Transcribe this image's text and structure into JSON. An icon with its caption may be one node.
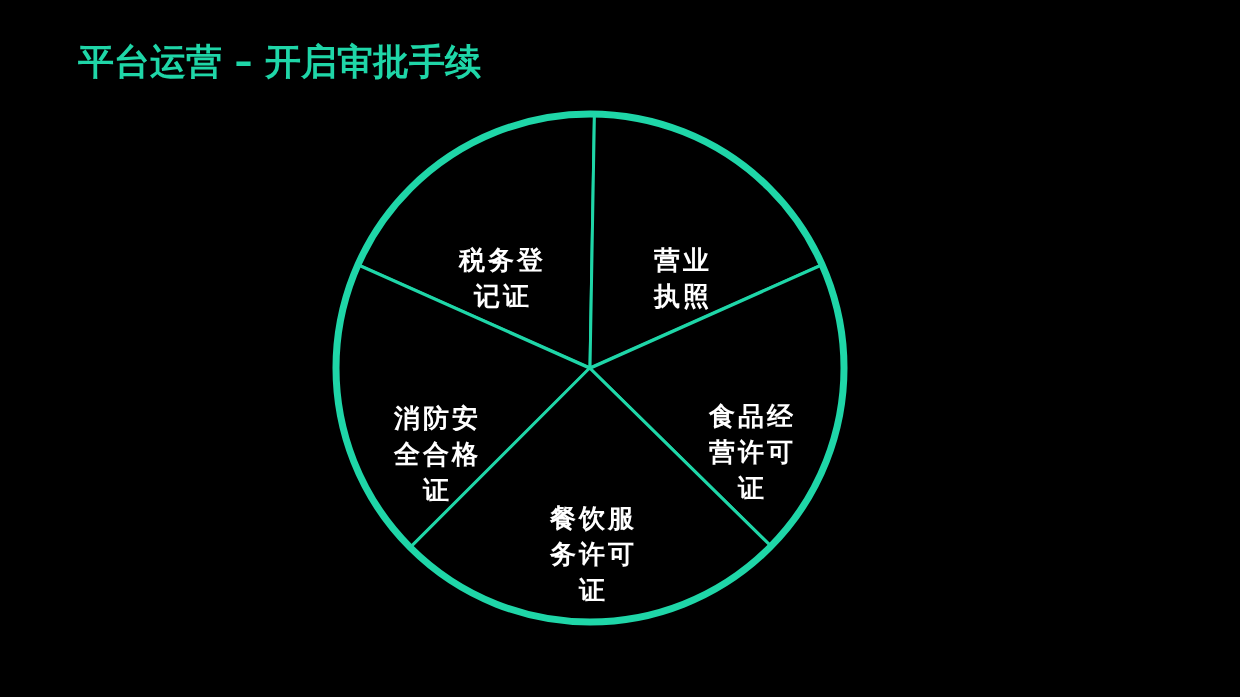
{
  "diagram": {
    "title": "平台运营 – 开启审批手续",
    "nodes": [
      {
        "text": [
          "税务登记证"
        ]
      },
      {
        "text": [
          "营业执照"
        ]
      },
      {
        "text": [
          "消防安全合格证"
        ]
      },
      {
        "text": [
          "食品经营许可证"
        ]
      },
      {
        "text": [
          "餐饮服务许可证"
        ]
      }
    ]
  }
}
